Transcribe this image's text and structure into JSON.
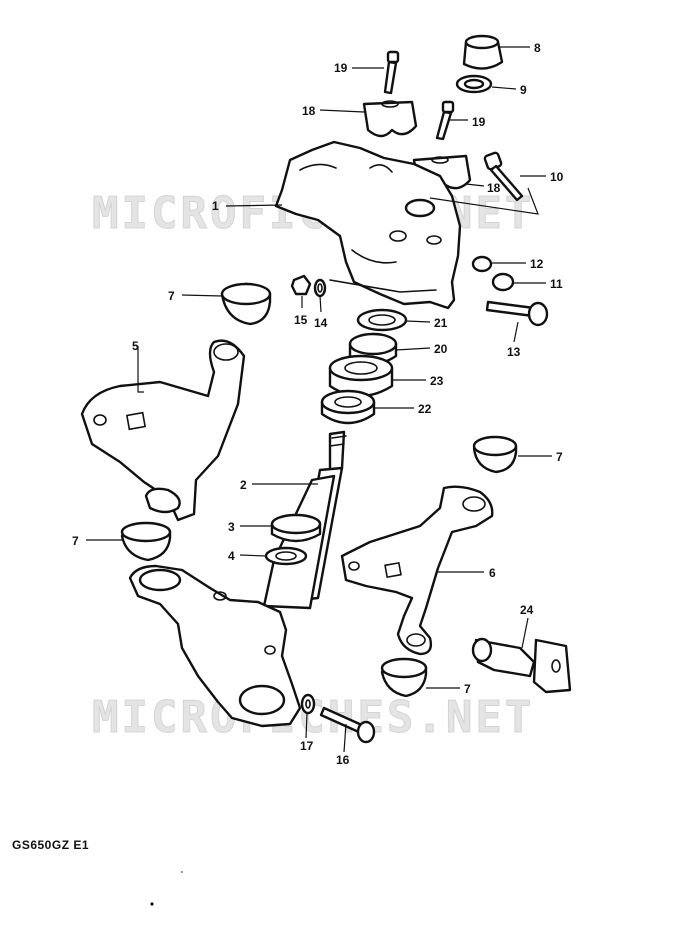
{
  "watermark_text": "MICROFICHES.NET",
  "model_code": "GS650GZ E1",
  "callouts": {
    "c1": "1",
    "c2": "2",
    "c3": "3",
    "c4": "4",
    "c5": "5",
    "c6": "6",
    "c7a": "7",
    "c7b": "7",
    "c7c": "7",
    "c7d": "7",
    "c8": "8",
    "c9": "9",
    "c10": "10",
    "c11": "11",
    "c12": "12",
    "c13": "13",
    "c14": "14",
    "c15": "15",
    "c16": "16",
    "c17": "17",
    "c18a": "18",
    "c18b": "18",
    "c19a": "19",
    "c19b": "19",
    "c20": "20",
    "c21": "21",
    "c22": "22",
    "c23": "23",
    "c24": "24"
  }
}
